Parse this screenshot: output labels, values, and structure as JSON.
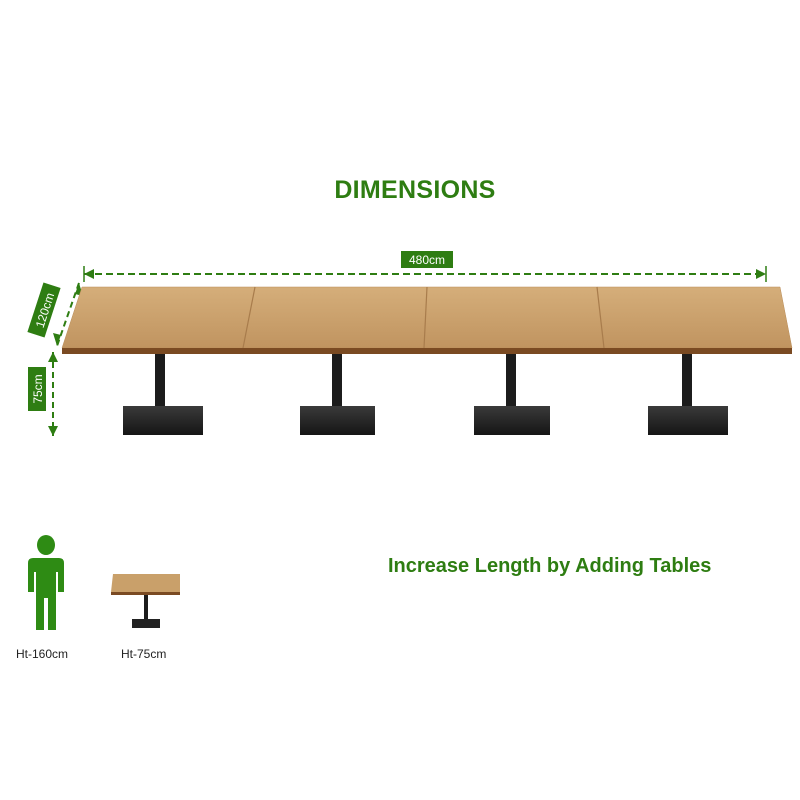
{
  "title": "DIMENSIONS",
  "dimensions": {
    "length_label": "480cm",
    "width_label": "120cm",
    "height_label": "75cm"
  },
  "tagline": "Increase Length by Adding Tables",
  "scale": {
    "person_label": "Ht-160cm",
    "table_label": "Ht-75cm"
  },
  "table_sections": 4,
  "colors": {
    "accent_green": "#2e7d12",
    "wood_top": "#c9a06a",
    "wood_edge": "#7a4a22",
    "leg_black": "#1c1c1c"
  },
  "icons": {
    "person": "person-silhouette-icon",
    "table": "single-table-icon"
  }
}
